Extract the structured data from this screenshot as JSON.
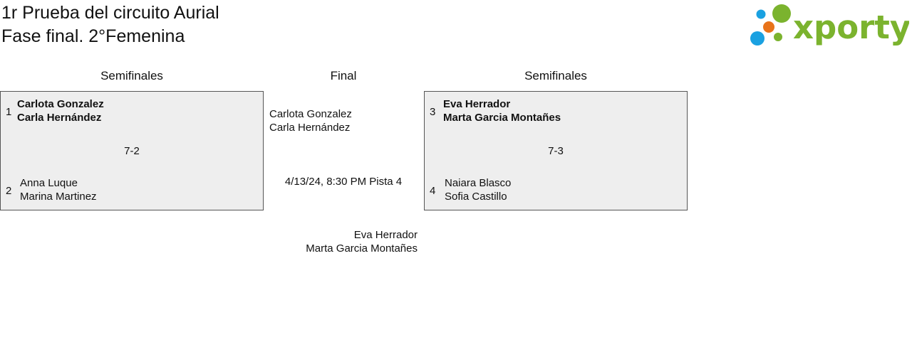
{
  "header": {
    "title_line1": "1r Prueba del circuito Aurial",
    "title_line2": "Fase final. 2°Femenina",
    "logo_text": "xporty",
    "logo_colors": {
      "text": "#7bb32e",
      "dot_blue": "#1aa1e1",
      "dot_orange": "#e8731a",
      "dot_green": "#7bb32e"
    }
  },
  "columns": {
    "left": "Semifinales",
    "middle": "Final",
    "right": "Semifinales"
  },
  "semifinal_left": {
    "top": {
      "seed": "1",
      "player1": "Carlota Gonzalez",
      "player2": "Carla Hernández"
    },
    "bottom": {
      "seed": "2",
      "player1": "Anna Luque",
      "player2": "Marina Martinez"
    },
    "score": "7-2"
  },
  "semifinal_right": {
    "top": {
      "seed": "3",
      "player1": "Eva Herrador",
      "player2": "Marta Garcia Montañes"
    },
    "bottom": {
      "seed": "4",
      "player1": "Naiara Blasco",
      "player2": "Sofia Castillo"
    },
    "score": "7-3"
  },
  "final": {
    "top": {
      "player1": "Carlota Gonzalez",
      "player2": "Carla Hernández"
    },
    "schedule": "4/13/24, 8:30 PM Pista 4",
    "bottom": {
      "player1": "Eva Herrador",
      "player2": "Marta Garcia Montañes"
    }
  }
}
